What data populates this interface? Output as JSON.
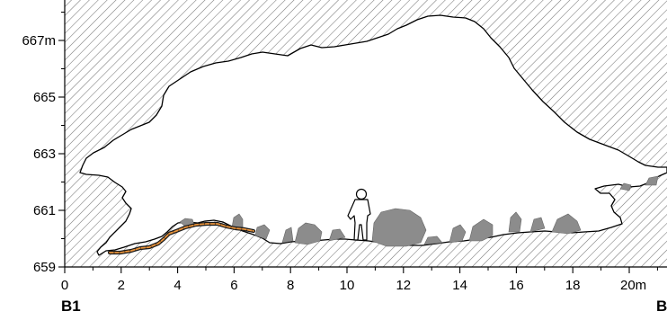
{
  "chart_data": {
    "type": "cave-cross-section",
    "x_axis": {
      "ticks": [
        {
          "value": 0,
          "label": "0"
        },
        {
          "value": 2,
          "label": "2"
        },
        {
          "value": 4,
          "label": "4"
        },
        {
          "value": 6,
          "label": "6"
        },
        {
          "value": 8,
          "label": "8"
        },
        {
          "value": 10,
          "label": "10"
        },
        {
          "value": 12,
          "label": "12"
        },
        {
          "value": 14,
          "label": "14"
        },
        {
          "value": 16,
          "label": "16"
        },
        {
          "value": 18,
          "label": "18"
        },
        {
          "value": 20,
          "label": "20m"
        }
      ]
    },
    "y_axis": {
      "ticks": [
        {
          "value": 659,
          "label": "659"
        },
        {
          "value": 661,
          "label": "661"
        },
        {
          "value": 663,
          "label": "663"
        },
        {
          "value": 665,
          "label": "665"
        },
        {
          "value": 667,
          "label": "667m"
        }
      ]
    },
    "section_labels": {
      "start": "B1",
      "end": "B"
    },
    "colors": {
      "rock_hatch": "#777777",
      "outline": "#000000",
      "boulders": "#8c8c8c",
      "trail_outer": "#1a1a1a",
      "trail_inner": "#e8923a"
    }
  }
}
